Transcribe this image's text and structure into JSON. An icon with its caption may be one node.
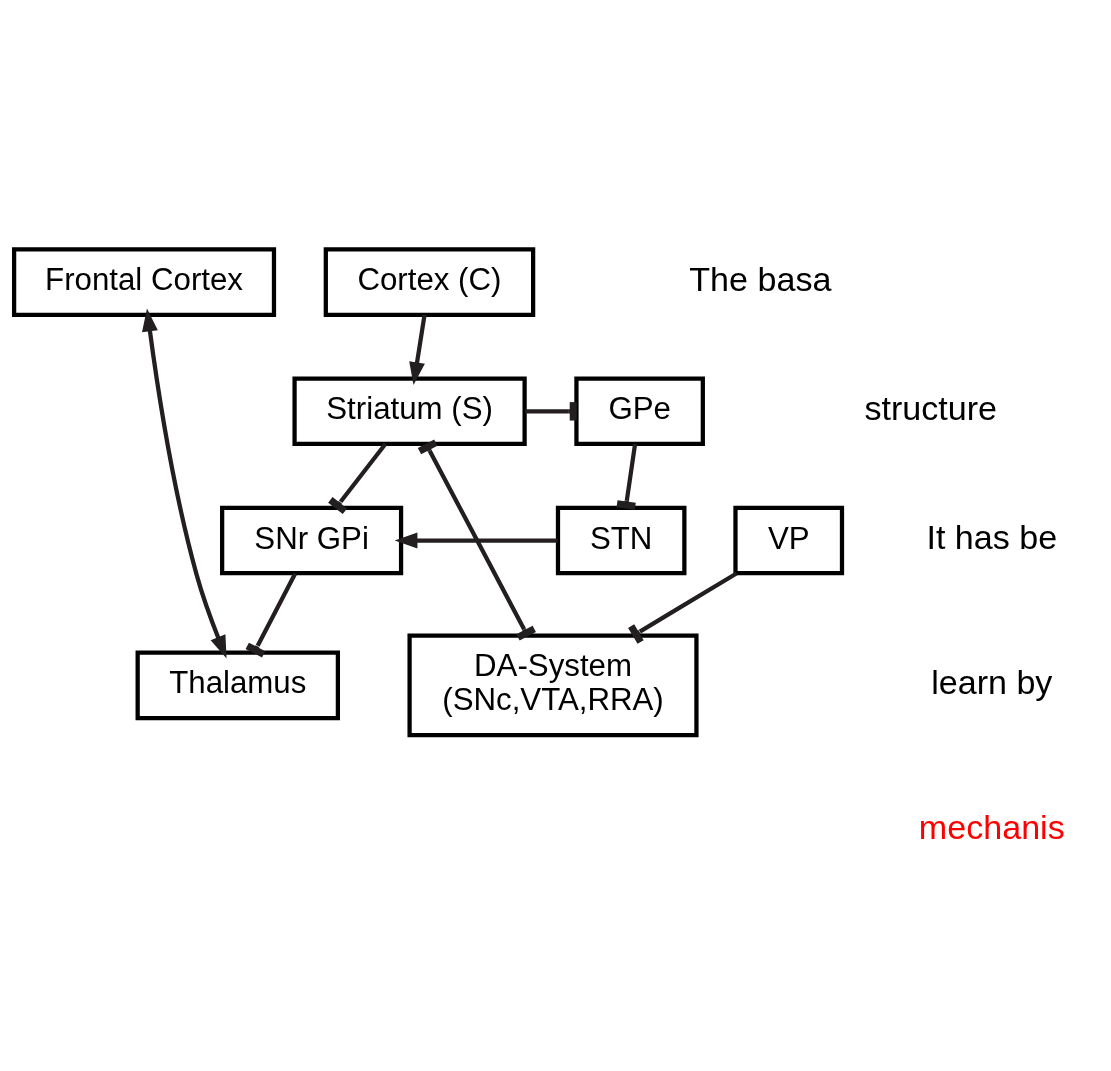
{
  "diagram": {
    "nodes": [
      {
        "text": [
          "Cortex (C)"
        ]
      },
      {
        "text": [
          "Frontal Cortex"
        ]
      },
      {
        "text": [
          "Thalamus"
        ]
      },
      {
        "text": [
          "VP"
        ]
      },
      {
        "text": [
          "SNr GPi"
        ]
      },
      {
        "text": [
          "STN"
        ]
      },
      {
        "text": [
          "GPe"
        ]
      },
      {
        "text": [
          "Striatum (S)"
        ]
      },
      {
        "text": [
          "DA-System",
          "(SNc,VTA,RRA)"
        ]
      }
    ],
    "edges": [
      {
        "from": 1,
        "to": 2,
        "arrow": "both"
      },
      {
        "from": 4,
        "to": 2,
        "arrow": "other"
      },
      {
        "from": 0,
        "to": 7,
        "arrow": "to"
      },
      {
        "from": 5,
        "to": 4,
        "arrow": "to"
      },
      {
        "from": 7,
        "to": 4,
        "arrow": "other"
      },
      {
        "from": 6,
        "to": 5,
        "arrow": "other"
      },
      {
        "from": 7,
        "to": 6,
        "arrow": "other"
      },
      {
        "from": 7,
        "to": 8,
        "arrow": "other"
      },
      {
        "from": 3,
        "to": 8,
        "arrow": "other"
      }
    ],
    "labels": [
      "The basa",
      "structure",
      "It has be",
      "learn by",
      "mechanis"
    ]
  }
}
